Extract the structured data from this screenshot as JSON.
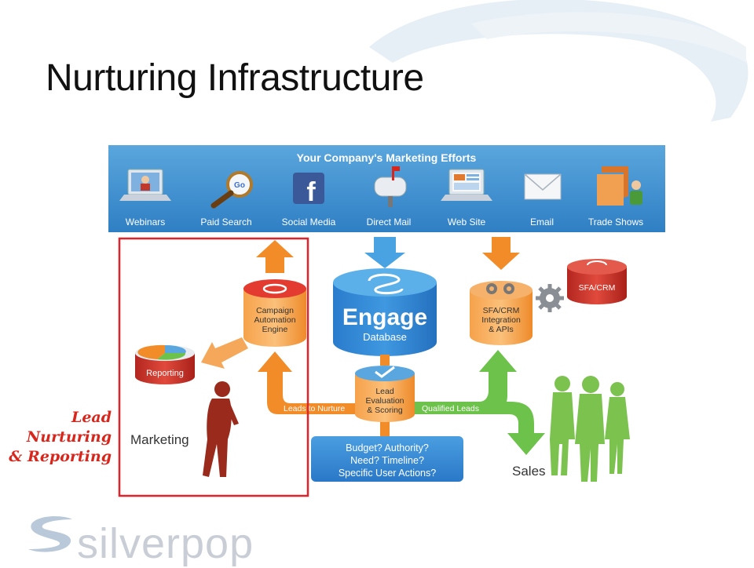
{
  "slide": {
    "title": "Nurturing Infrastructure"
  },
  "banner": {
    "title": "Your Company's Marketing Efforts",
    "channels": [
      {
        "label": "Webinars",
        "icon": "laptop-webinar-icon"
      },
      {
        "label": "Paid Search",
        "icon": "magnifier-icon"
      },
      {
        "label": "Social Media",
        "icon": "facebook-icon"
      },
      {
        "label": "Direct Mail",
        "icon": "mailbox-icon"
      },
      {
        "label": "Web Site",
        "icon": "laptop-website-icon"
      },
      {
        "label": "Email",
        "icon": "envelope-icon"
      },
      {
        "label": "Trade Shows",
        "icon": "booth-icon"
      }
    ]
  },
  "nodes": {
    "engage_title": "Engage",
    "engage_sub": "Database",
    "campaign": [
      "Campaign",
      "Automation",
      "Engine"
    ],
    "reporting": "Reporting",
    "lead_eval": [
      "Lead",
      "Evaluation",
      "& Scoring"
    ],
    "sfa_integration": [
      "SFA/CRM",
      "Integration",
      "& APIs"
    ],
    "sfa_crm": "SFA/CRM",
    "marketing": "Marketing",
    "sales": "Sales"
  },
  "flows": {
    "leads_to_nurture": "Leads to Nurture",
    "qualified_leads": "Qualified Leads"
  },
  "criteria": [
    "Budget? Authority?",
    "Need? Timeline?",
    "Specific User Actions?"
  ],
  "highlight": {
    "label_lines": [
      "Lead",
      "Nurturing",
      "& Reporting"
    ]
  },
  "logo": {
    "text": "silverpop"
  },
  "colors": {
    "banner": "#3d8fd0",
    "orange": "#f28c28",
    "green": "#6cc24a",
    "blue_db": "#2c83cf",
    "red_highlight": "#e0232a",
    "sfa_red": "#d2392f"
  }
}
